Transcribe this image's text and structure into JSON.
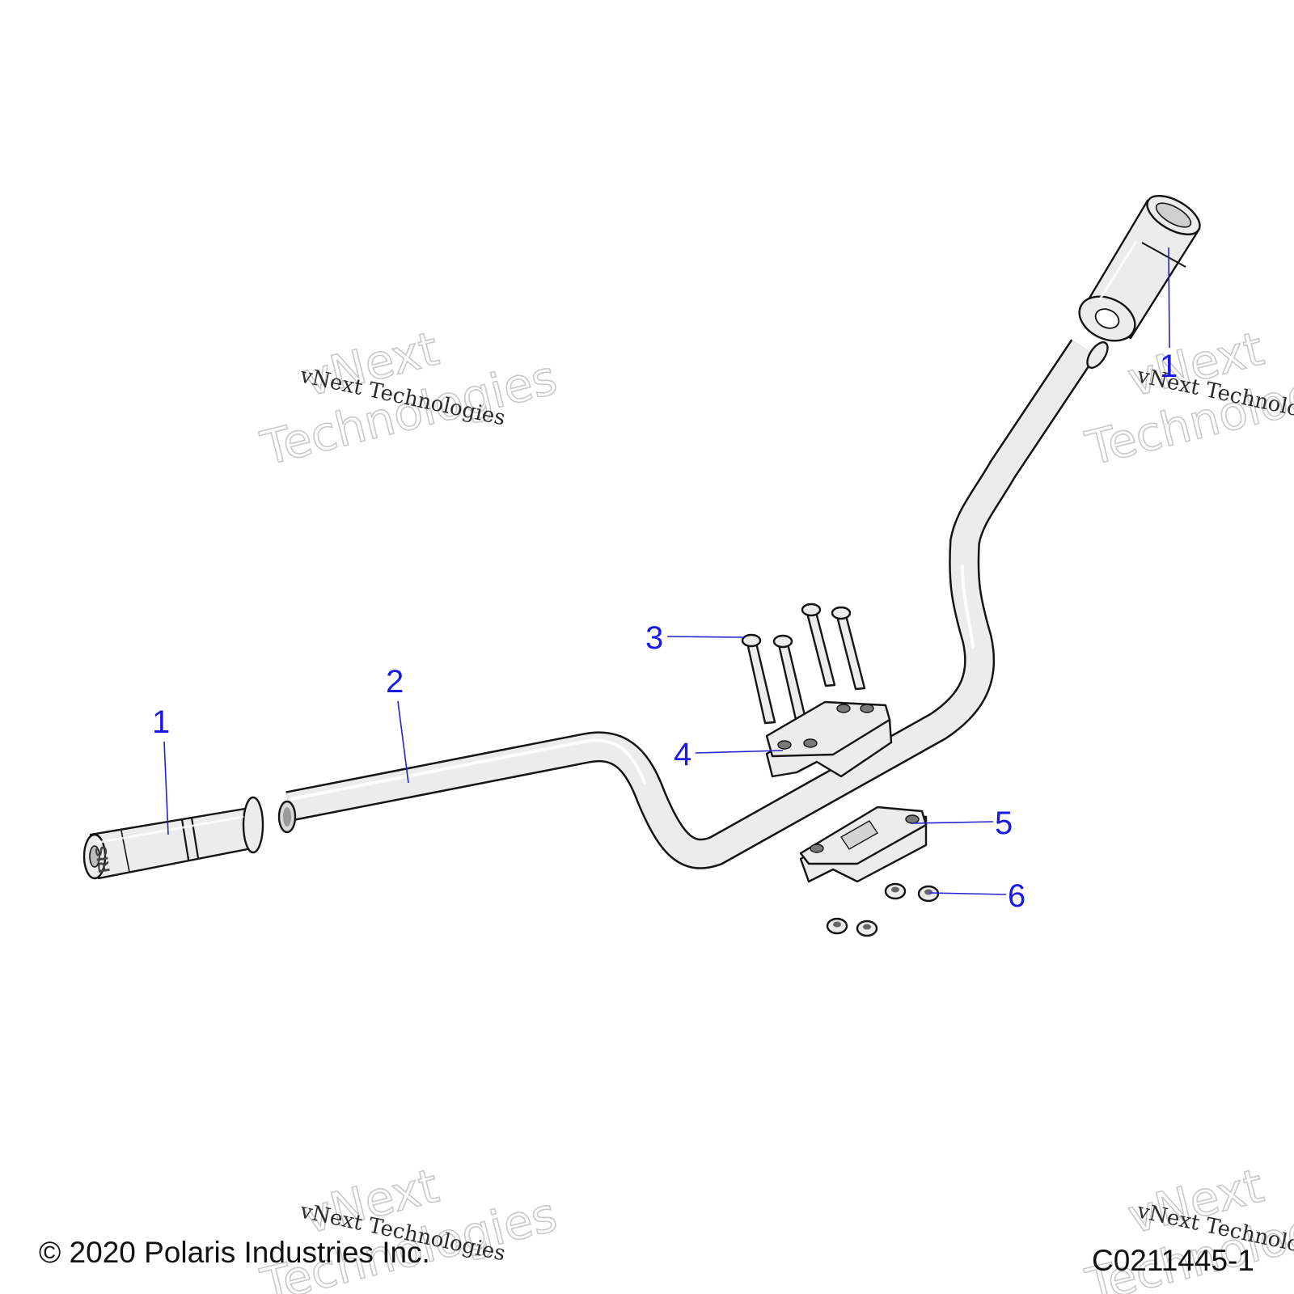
{
  "callouts": [
    {
      "id": "grip-left",
      "label": "1"
    },
    {
      "id": "handlebar",
      "label": "2"
    },
    {
      "id": "bolts",
      "label": "3"
    },
    {
      "id": "upper-clamp",
      "label": "4"
    },
    {
      "id": "lower-clamp",
      "label": "5"
    },
    {
      "id": "nuts",
      "label": "6"
    },
    {
      "id": "grip-right",
      "label": "1"
    }
  ],
  "grip_text": "RIS",
  "watermark": {
    "small": "vNext Technologies",
    "big_line1": "vNext",
    "big_line2": "Technologies"
  },
  "footer": {
    "copyright": "© 2020 Polaris Industries Inc.",
    "figure_code": "C0211445-1"
  },
  "colors": {
    "callout": "#1a1ae6",
    "part_fill": "#ececec",
    "outline": "#141414"
  }
}
